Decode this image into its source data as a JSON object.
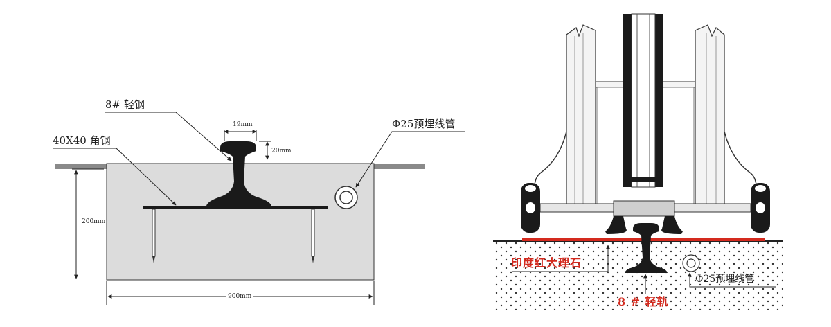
{
  "left_diagram": {
    "labels": {
      "light_steel": "8# 轻钢",
      "angle_steel": "40X40 角钢",
      "conduit": "Φ25预埋线管",
      "dim_19": "19mm",
      "dim_20": "20mm",
      "dim_200": "200mm",
      "dim_900": "900mm"
    }
  },
  "right_diagram": {
    "labels": {
      "marble": "印度红大理石",
      "conduit": "Φ25预埋线管",
      "rail": "8 # 轻轨"
    },
    "colors": {
      "marble_line": "#d42a1e"
    }
  },
  "colors": {
    "concrete_fill": "#dcdcdc",
    "steel": "#1a1a1a",
    "floor_cap": "#8a8a8a",
    "frame_gray": "#d6d6d6"
  }
}
